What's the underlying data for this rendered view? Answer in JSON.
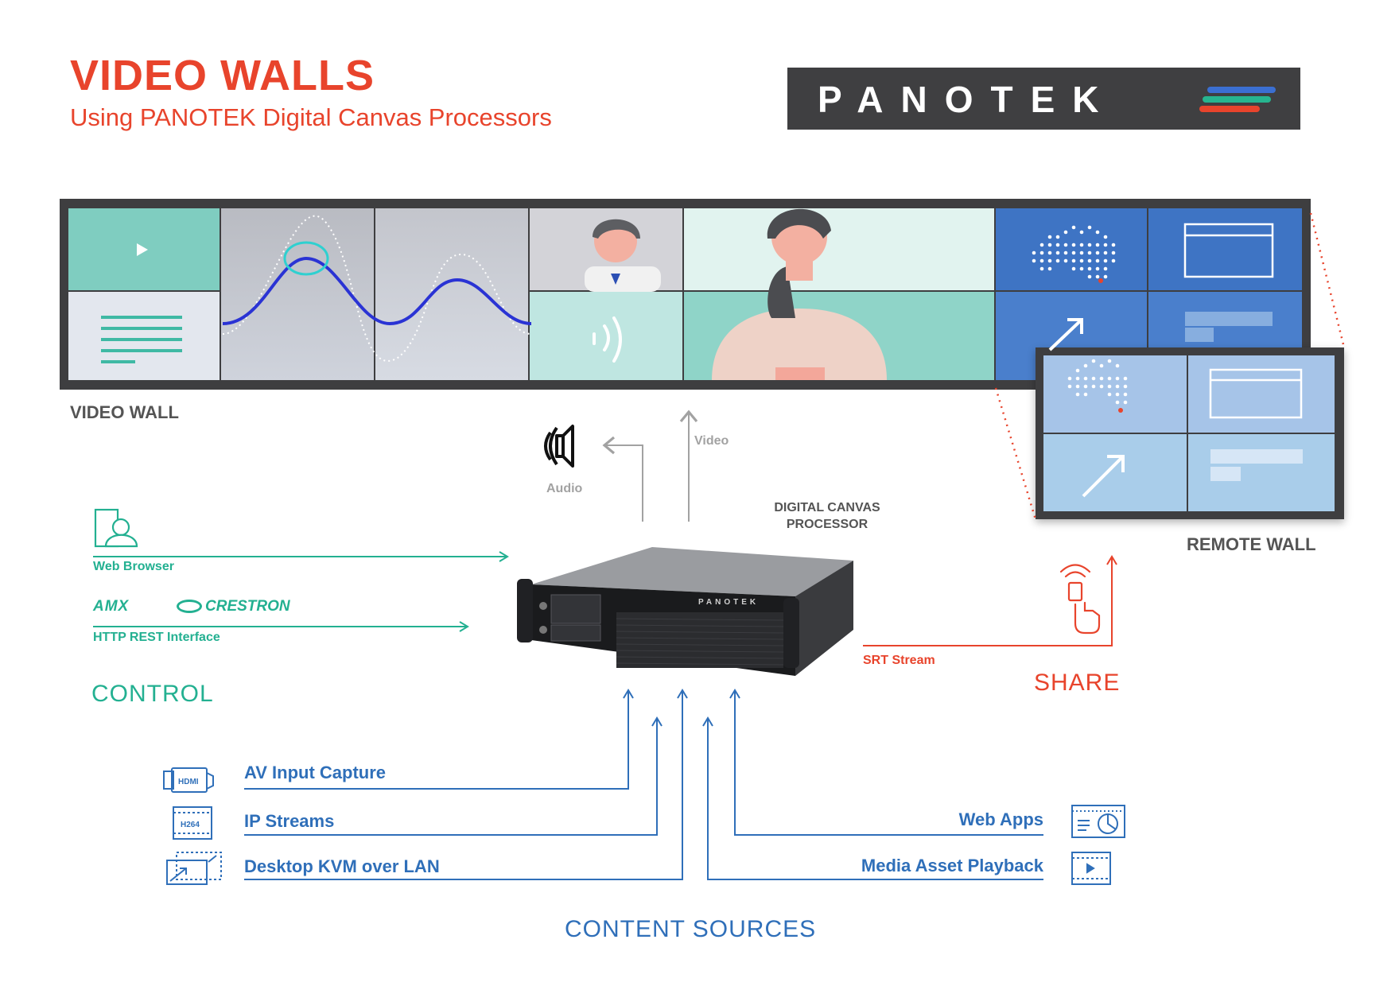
{
  "header": {
    "title": "VIDEO WALLS",
    "subtitle": "Using PANOTEK Digital Canvas Processors",
    "logo_text": "PANOTEK"
  },
  "labels": {
    "video_wall": "VIDEO WALL",
    "remote_wall": "REMOTE WALL",
    "audio": "Audio",
    "video": "Video",
    "processor_line1": "DIGITAL CANVAS",
    "processor_line2": "PROCESSOR",
    "device_brand": "PANOTEK"
  },
  "control": {
    "heading": "CONTROL",
    "web_browser": "Web Browser",
    "amx": "AMX",
    "crestron": "CRESTRON",
    "http_rest": "HTTP REST Interface"
  },
  "share": {
    "heading": "SHARE",
    "srt_stream": "SRT Stream"
  },
  "content_sources": {
    "heading": "CONTENT SOURCES",
    "left": [
      {
        "label": "AV Input Capture",
        "icon": "hdmi-icon",
        "icon_text": "HDMI"
      },
      {
        "label": "IP Streams",
        "icon": "h264-film-icon",
        "icon_text": "H264"
      },
      {
        "label": "Desktop KVM over LAN",
        "icon": "kvm-screen-icon"
      }
    ],
    "right": [
      {
        "label": "Web Apps",
        "icon": "web-app-chart-icon"
      },
      {
        "label": "Media Asset Playback",
        "icon": "media-film-icon"
      }
    ]
  },
  "colors": {
    "red": "#e8442c",
    "teal": "#23b091",
    "blue": "#2f6fb9",
    "dark": "#3e3e40",
    "gray": "#a2a2a2"
  }
}
